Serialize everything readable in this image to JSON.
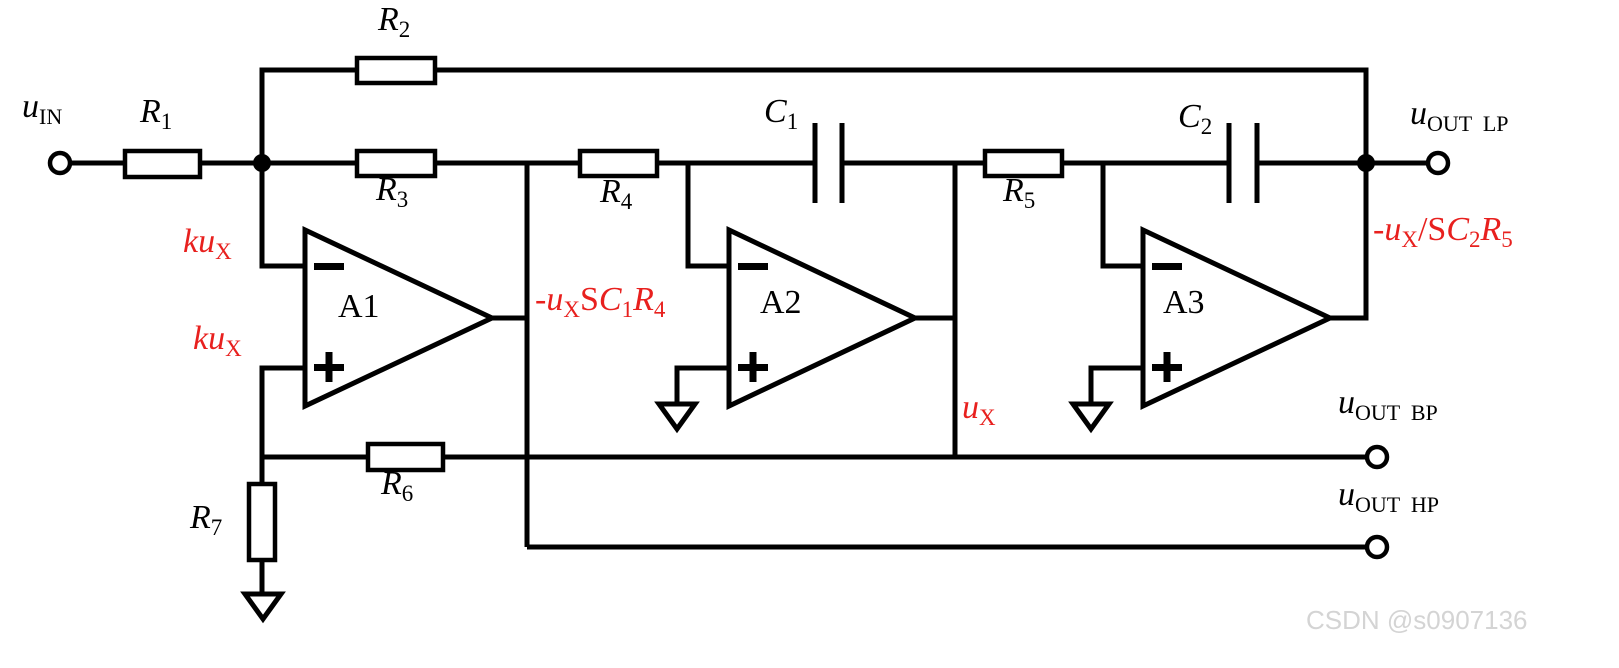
{
  "diagram": {
    "title": "",
    "resistors": {
      "r1": {
        "sym": "R",
        "sub": "1"
      },
      "r2": {
        "sym": "R",
        "sub": "2"
      },
      "r3": {
        "sym": "R",
        "sub": "3"
      },
      "r4": {
        "sym": "R",
        "sub": "4"
      },
      "r5": {
        "sym": "R",
        "sub": "5"
      },
      "r6": {
        "sym": "R",
        "sub": "6"
      },
      "r7": {
        "sym": "R",
        "sub": "7"
      }
    },
    "capacitors": {
      "c1": {
        "sym": "C",
        "sub": "1"
      },
      "c2": {
        "sym": "C",
        "sub": "2"
      }
    },
    "opamps": {
      "a1": "A1",
      "a2": "A2",
      "a3": "A3",
      "minus": "−",
      "plus": "+"
    },
    "terminals": {
      "in": {
        "sym": "u",
        "sub": "IN"
      },
      "lp": {
        "sym": "u",
        "sub": "OUT  LP"
      },
      "bp": {
        "sym": "u",
        "sub": "OUT  BP"
      },
      "hp": {
        "sym": "u",
        "sub": "OUT  HP"
      }
    },
    "annotations": {
      "kux_minus": {
        "pre": "ku",
        "sub": "X"
      },
      "kux_plus": {
        "pre": "ku",
        "sub": "X"
      },
      "a1_out": {
        "pre": "-",
        "u": "u",
        "sub": "X",
        "s": "S",
        "c": "C",
        "csub": "1",
        "r": "R",
        "rsub": "4"
      },
      "ux": {
        "u": "u",
        "sub": "X"
      },
      "a3_out": {
        "pre": "-",
        "u": "u",
        "sub": "X",
        "slash": "/S",
        "c": "C",
        "csub": "2",
        "r": "R",
        "rsub": "5"
      }
    },
    "colors": {
      "wire": "#000000",
      "annotation": "#e8201e",
      "watermark": "#d4d4d4"
    }
  },
  "watermark": "CSDN @s0907136"
}
